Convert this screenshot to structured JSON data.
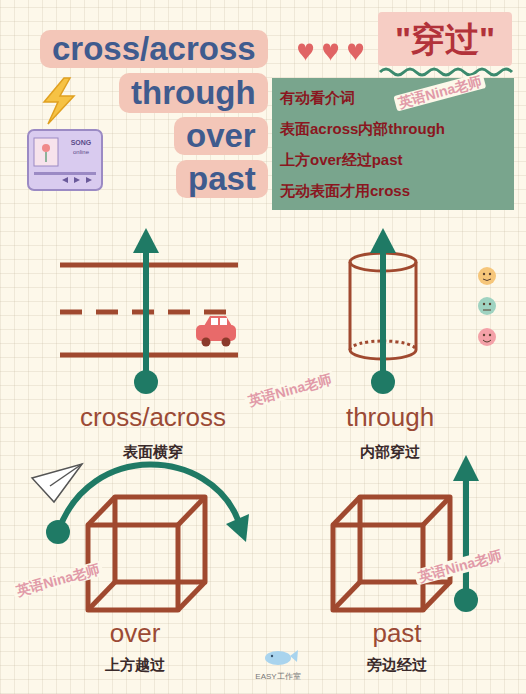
{
  "diagram": {
    "nodes": [
      {
        "text": [
          "cross/across"
        ]
      },
      {
        "text": [
          "through"
        ]
      },
      {
        "text": [
          "over"
        ]
      },
      {
        "text": [
          "past"
        ]
      },
      {
        "text": [
          "\"穿过\""
        ]
      },
      {
        "text": [
          "有动看介词",
          "表面across内部through",
          "上方over经过past",
          "无动表面才用cross"
        ]
      }
    ],
    "labels": [
      "SONG",
      "online",
      "cross/across",
      "表面横穿",
      "through",
      "内部穿过",
      "over",
      "上方越过",
      "past",
      "旁边经过",
      "英语Nina老师",
      "英语Nina老师",
      "英语Nina老师",
      "英语Nina老师",
      "EASY工作室"
    ]
  }
}
